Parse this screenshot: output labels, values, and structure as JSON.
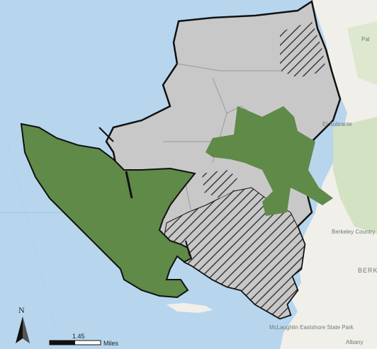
{
  "map": {
    "north_label": "N",
    "scale": {
      "value_label": "1.45",
      "unit_label": "Miles"
    },
    "place_labels": {
      "el_sobrante": "El Sobrante",
      "berkeley_country_club": "Berkeley Country Club",
      "berk": "BERK",
      "albany": "Albany",
      "mclaughlin": "McLaughlin Eastshore State Park",
      "pal": "Pal"
    },
    "colors": {
      "water": "#b7d6ee",
      "land": "#f1efe9",
      "city": "#c9c8c9",
      "green_zone": "#5f8a48",
      "outline": "#111111",
      "hatch": "#3b3b3b",
      "hills": "#d3e2c2"
    },
    "legend_semantics": {
      "green_area": "green",
      "hatched_area": "hatched",
      "grey_area": "grey"
    }
  }
}
